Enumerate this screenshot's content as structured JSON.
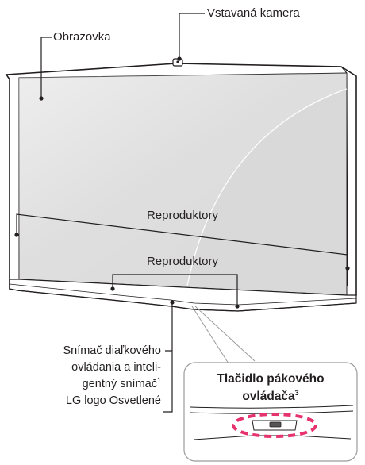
{
  "labels": {
    "camera": "Vstavaná kamera",
    "screen": "Obrazovka",
    "speakers_upper": "Reproduktory",
    "speakers_lower": "Reproduktory",
    "sensor_line1": "Snímač diaľkového",
    "sensor_line2": "ovládania a inteli-",
    "sensor_line3": "gentný snímač",
    "sensor_line3_sup": "1",
    "sensor_line4": "LG logo Osvetlené",
    "joystick_line1": "Tlačidlo pákového",
    "joystick_line2": "ovládača",
    "joystick_sup": "3"
  },
  "colors": {
    "screen_fill": "#d9d9d9",
    "outline": "#231f20",
    "highlight_ring": "#e6336e",
    "leader_gray": "#9b9b9b"
  }
}
